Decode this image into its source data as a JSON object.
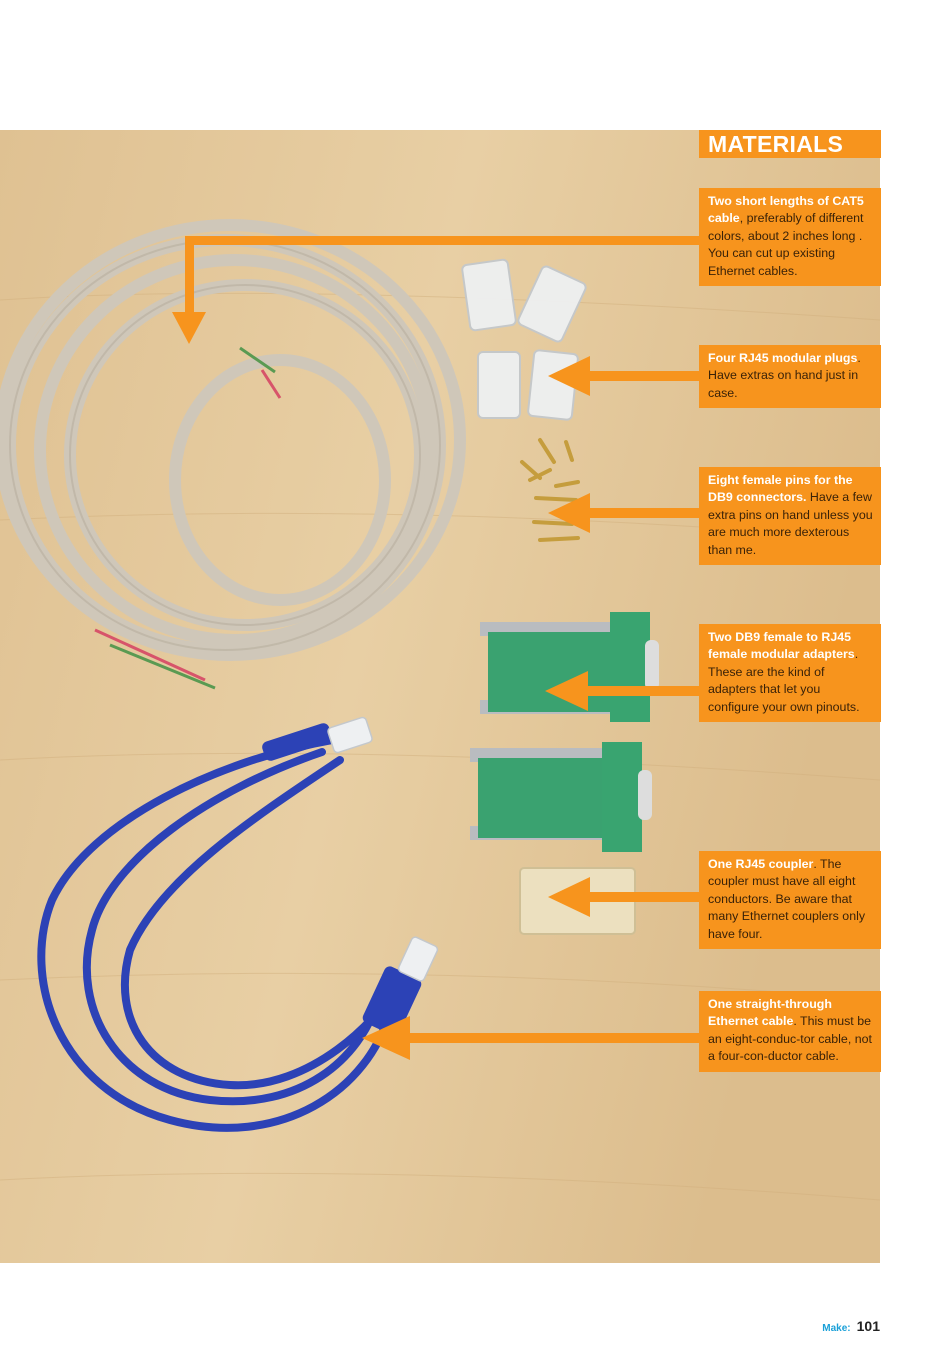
{
  "section_title": "MATERIALS",
  "callouts": [
    {
      "title": "Two short lengths of CAT5 cable",
      "body": ", preferably of different colors, about 2 inches long . You can cut up existing Ethernet cables."
    },
    {
      "title": "Four RJ45 modular plugs",
      "body": ". Have extras on hand just in case."
    },
    {
      "title": "Eight female pins for the DB9 connectors.",
      "body": " Have a few extra pins on hand unless you are much more dexterous than me."
    },
    {
      "title": "Two DB9 female to RJ45 female modular adapters",
      "body": ". These are the kind of adapters that let you configure your own pinouts."
    },
    {
      "title": "One RJ45 coupler",
      "body": ". The coupler must have all eight conductors. Be aware that many Ethernet couplers only have four."
    },
    {
      "title": "One straight-through Ethernet cable",
      "body": ". This must be an eight-conduc-tor cable, not a four-con-ductor cable."
    }
  ],
  "footer": {
    "brand": "Make:",
    "page": "101"
  },
  "colors": {
    "accent": "#f7941d",
    "wood": "#e3c89b",
    "brand": "#1aa0d8"
  },
  "icons": [
    "arrow-icon"
  ]
}
